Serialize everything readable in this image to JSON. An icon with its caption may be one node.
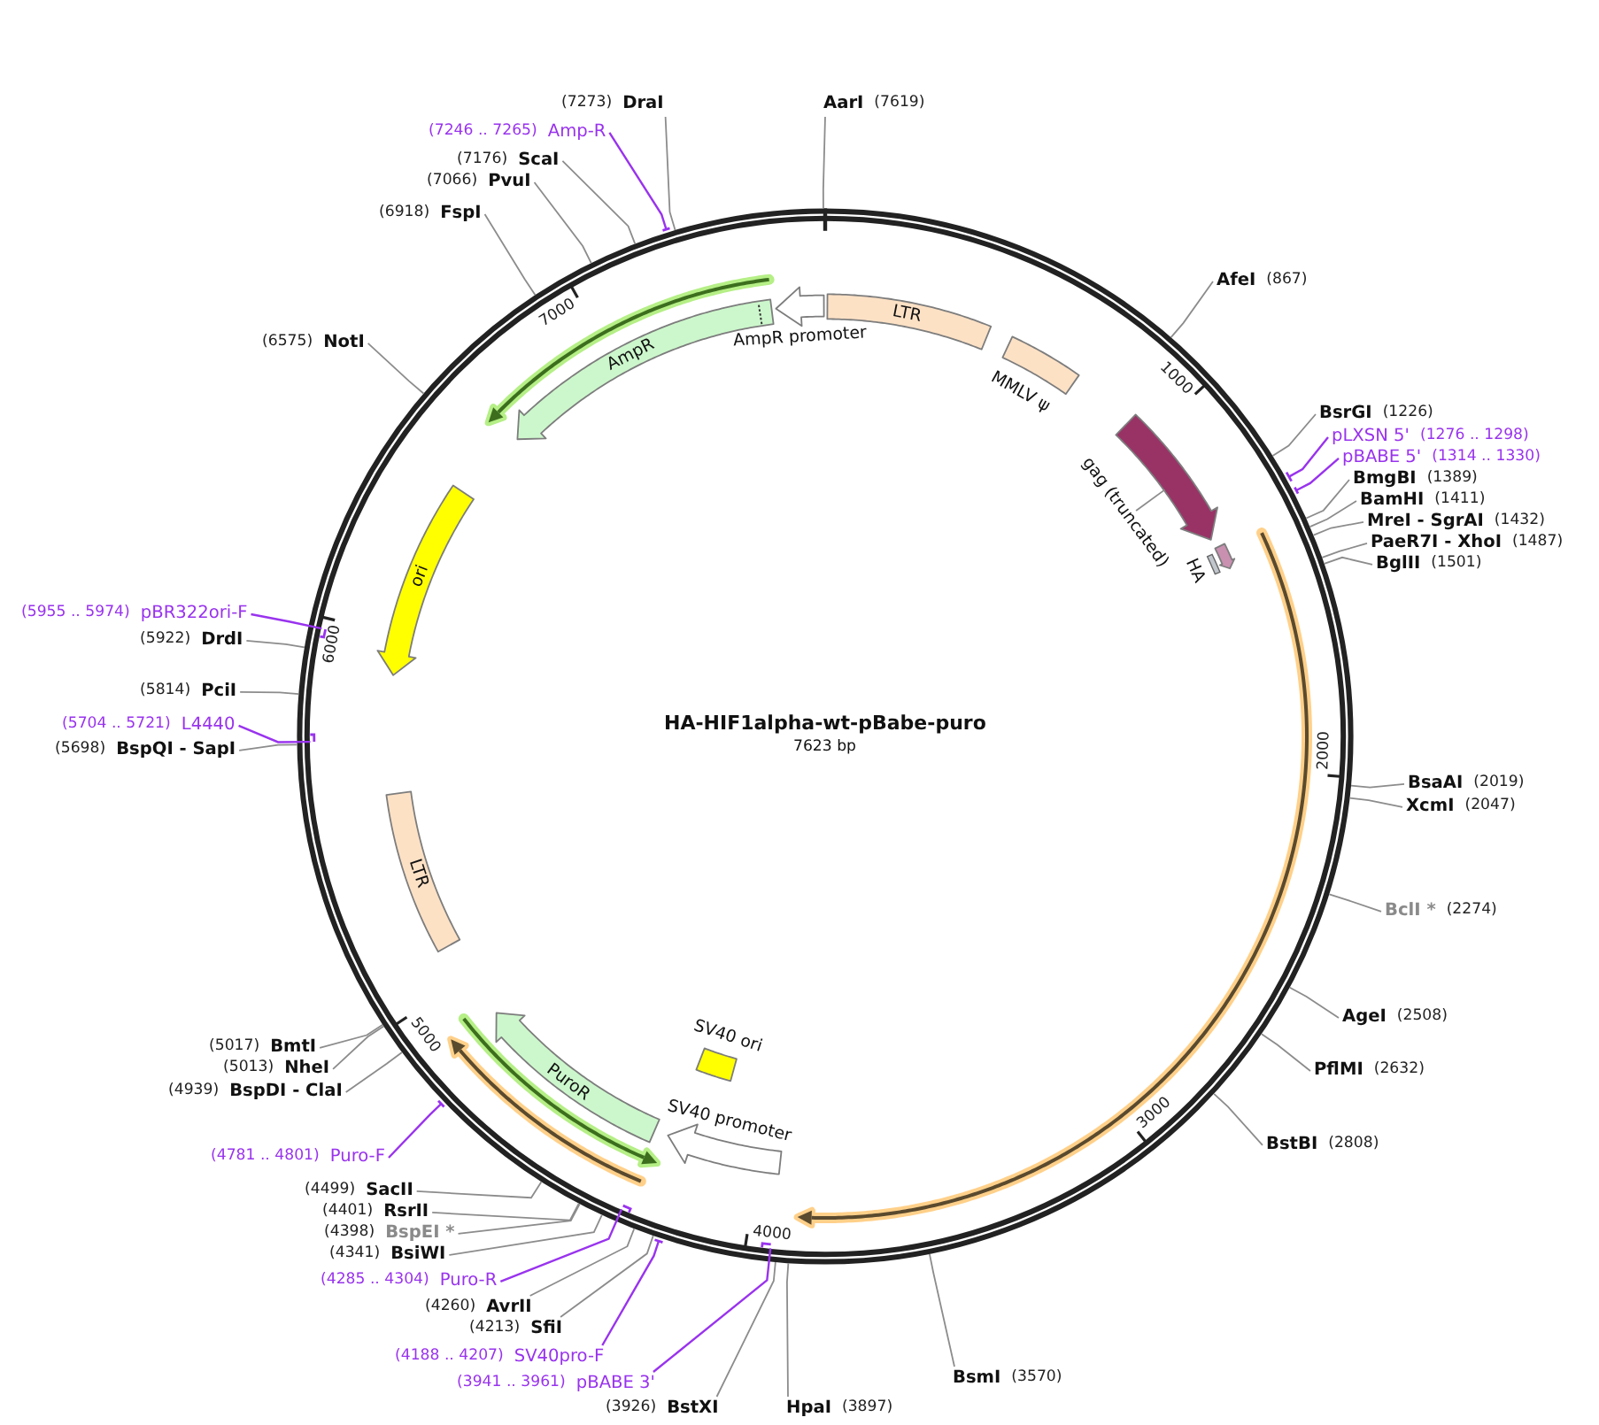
{
  "diagram": {
    "nodes": [
      {
        "text": [
          "HA-HIF1alpha-wt-pBabe-puro",
          "7623 bp"
        ]
      },
      {
        "text": [
          "LTR"
        ],
        "in": 0
      },
      {
        "text": [
          "MMLV ψ"
        ],
        "in": 0
      },
      {
        "text": [
          "gag (truncated)"
        ],
        "in": 0
      },
      {
        "text": [],
        "shape": "arrow",
        "in": 0
      },
      {
        "text": [
          "HA"
        ],
        "in": 0
      },
      {
        "text": [
          "SV40 promoter"
        ],
        "in": 0
      },
      {
        "text": [
          "SV40 ori"
        ],
        "in": 0
      },
      {
        "text": [
          "PuroR"
        ],
        "in": 0
      },
      {
        "text": [
          "LTR"
        ],
        "in": 0
      },
      {
        "text": [
          "ori"
        ],
        "in": 0
      },
      {
        "text": [
          "AmpR"
        ],
        "in": 0
      },
      {
        "text": [
          "AmpR promoter"
        ],
        "in": 0
      },
      {
        "text": [
          "AarI",
          "(7619)"
        ]
      },
      {
        "text": [
          "AfeI",
          "(867)"
        ]
      },
      {
        "text": [
          "BsrGI",
          "(1226)"
        ]
      },
      {
        "text": [
          "pLXSN 5'",
          "(1276 .. 1298)"
        ]
      },
      {
        "text": [
          "pBABE 5'",
          "(1314 .. 1330)"
        ]
      },
      {
        "text": [
          "BmgBI",
          "(1389)"
        ]
      },
      {
        "text": [
          "BamHI",
          "(1411)"
        ]
      },
      {
        "text": [
          "MreI - SgrAI",
          "(1432)"
        ]
      },
      {
        "text": [
          "PaeR7I - XhoI",
          "(1487)"
        ]
      },
      {
        "text": [
          "BglII",
          "(1501)"
        ]
      },
      {
        "text": [
          "BsaAI",
          "(2019)"
        ]
      },
      {
        "text": [
          "XcmI",
          "(2047)"
        ]
      },
      {
        "text": [
          "BclI *",
          "(2274)"
        ]
      },
      {
        "text": [
          "AgeI",
          "(2508)"
        ]
      },
      {
        "text": [
          "PflMI",
          "(2632)"
        ]
      },
      {
        "text": [
          "BstBI",
          "(2808)"
        ]
      },
      {
        "text": [
          "BsmI",
          "(3570)"
        ]
      },
      {
        "text": [
          "HpaI",
          "(3897)"
        ]
      },
      {
        "text": [
          "(3926)",
          "BstXI"
        ]
      },
      {
        "text": [
          "(3941 .. 3961)",
          "pBABE 3'"
        ]
      },
      {
        "text": [
          "(4188 .. 4207)",
          "SV40pro-F"
        ]
      },
      {
        "text": [
          "(4213)",
          "SfiI"
        ]
      },
      {
        "text": [
          "(4260)",
          "AvrII"
        ]
      },
      {
        "text": [
          "(4285 .. 4304)",
          "Puro-R"
        ]
      },
      {
        "text": [
          "(4341)",
          "BsiWI"
        ]
      },
      {
        "text": [
          "(4398)",
          "BspEI *"
        ]
      },
      {
        "text": [
          "(4401)",
          "RsrII"
        ]
      },
      {
        "text": [
          "(4499)",
          "SacII"
        ]
      },
      {
        "text": [
          "(4781 .. 4801)",
          "Puro-F"
        ]
      },
      {
        "text": [
          "(4939)",
          "BspDI - ClaI"
        ]
      },
      {
        "text": [
          "(5013)",
          "NheI"
        ]
      },
      {
        "text": [
          "(5017)",
          "BmtI"
        ]
      },
      {
        "text": [
          "(5698)",
          "BspQI - SapI"
        ]
      },
      {
        "text": [
          "(5704 .. 5721)",
          "L4440"
        ]
      },
      {
        "text": [
          "(5814)",
          "PciI"
        ]
      },
      {
        "text": [
          "(5922)",
          "DrdI"
        ]
      },
      {
        "text": [
          "(5955 .. 5974)",
          "pBR322ori-F"
        ]
      },
      {
        "text": [
          "(6575)",
          "NotI"
        ]
      },
      {
        "text": [
          "(6918)",
          "FspI"
        ]
      },
      {
        "text": [
          "(7066)",
          "PvuI"
        ]
      },
      {
        "text": [
          "(7176)",
          "ScaI"
        ]
      },
      {
        "text": [
          "(7246 .. 7265)",
          "Amp-R"
        ]
      },
      {
        "text": [
          "(7273)",
          "DraI"
        ]
      }
    ],
    "edges": [
      {
        "from": 3,
        "to": 4,
        "arrow": "none"
      },
      {
        "from": 13,
        "to": 0,
        "arrow": "none"
      },
      {
        "from": 14,
        "to": 0,
        "arrow": "none"
      },
      {
        "from": 15,
        "to": 0,
        "arrow": "none"
      },
      {
        "from": 16,
        "to": 0,
        "arrow": "other",
        "color": "#9933ee"
      },
      {
        "from": 17,
        "to": 0,
        "arrow": "other",
        "color": "#9933ee"
      },
      {
        "from": 18,
        "to": 0,
        "arrow": "none"
      },
      {
        "from": 19,
        "to": 0,
        "arrow": "none"
      },
      {
        "from": 20,
        "to": 0,
        "arrow": "none"
      },
      {
        "from": 21,
        "to": 0,
        "arrow": "none"
      },
      {
        "from": 22,
        "to": 0,
        "arrow": "none"
      },
      {
        "from": 23,
        "to": 0,
        "arrow": "none"
      },
      {
        "from": 24,
        "to": 0,
        "arrow": "none"
      },
      {
        "from": 25,
        "to": 0,
        "arrow": "none"
      },
      {
        "from": 26,
        "to": 0,
        "arrow": "none"
      },
      {
        "from": 27,
        "to": 0,
        "arrow": "none"
      },
      {
        "from": 28,
        "to": 0,
        "arrow": "none"
      },
      {
        "from": 29,
        "to": 0,
        "arrow": "none"
      },
      {
        "from": 30,
        "to": 0,
        "arrow": "none"
      },
      {
        "from": 31,
        "to": 0,
        "arrow": "none"
      },
      {
        "from": 32,
        "to": 0,
        "arrow": "other",
        "color": "#9933ee"
      },
      {
        "from": 33,
        "to": 0,
        "arrow": "other",
        "color": "#9933ee"
      },
      {
        "from": 34,
        "to": 0,
        "arrow": "none"
      },
      {
        "from": 35,
        "to": 0,
        "arrow": "none"
      },
      {
        "from": 36,
        "to": 0,
        "arrow": "other",
        "color": "#9933ee"
      },
      {
        "from": 37,
        "to": 0,
        "arrow": "none"
      },
      {
        "from": 38,
        "to": 0,
        "arrow": "none"
      },
      {
        "from": 39,
        "to": 0,
        "arrow": "none"
      },
      {
        "from": 40,
        "to": 0,
        "arrow": "none"
      },
      {
        "from": 41,
        "to": 0,
        "arrow": "other",
        "color": "#9933ee"
      },
      {
        "from": 42,
        "to": 0,
        "arrow": "none"
      },
      {
        "from": 43,
        "to": 0,
        "arrow": "none"
      },
      {
        "from": 44,
        "to": 0,
        "arrow": "none"
      },
      {
        "from": 45,
        "to": 0,
        "arrow": "none"
      },
      {
        "from": 46,
        "to": 0,
        "arrow": "other",
        "color": "#9933ee"
      },
      {
        "from": 47,
        "to": 0,
        "arrow": "none"
      },
      {
        "from": 48,
        "to": 0,
        "arrow": "none"
      },
      {
        "from": 49,
        "to": 0,
        "arrow": "other",
        "color": "#9933ee"
      },
      {
        "from": 50,
        "to": 0,
        "arrow": "none"
      },
      {
        "from": 51,
        "to": 0,
        "arrow": "none"
      },
      {
        "from": 52,
        "to": 0,
        "arrow": "none"
      },
      {
        "from": 53,
        "to": 0,
        "arrow": "none"
      },
      {
        "from": 54,
        "to": 0,
        "arrow": "other",
        "color": "#9933ee"
      },
      {
        "from": 55,
        "to": 0,
        "arrow": "none"
      }
    ],
    "labels": [
      "1000",
      "2000",
      "3000",
      "4000",
      "5000",
      "6000",
      "7000"
    ]
  }
}
